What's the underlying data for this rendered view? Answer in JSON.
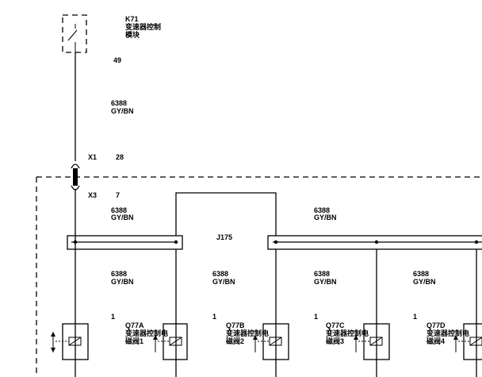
{
  "module": {
    "ref": "K71",
    "name_line1": "变速器控制",
    "name_line2": "模块",
    "pin": "49"
  },
  "wire_top": {
    "circuit": "6388",
    "color": "GY/BN"
  },
  "connector_x1": {
    "ref": "X1",
    "pin": "28"
  },
  "connector_x3": {
    "ref": "X3",
    "pin": "7"
  },
  "wire_left_bus": {
    "circuit": "6388",
    "color": "GY/BN"
  },
  "wire_right_bus": {
    "circuit": "6388",
    "color": "GY/BN"
  },
  "splice": {
    "ref": "J175"
  },
  "solenoids": [
    {
      "circuit": "6388",
      "color": "GY/BN",
      "pin": "1",
      "ref": "Q77A",
      "name_line1": "变速器控制电",
      "name_line2": "磁阀1"
    },
    {
      "circuit": "6388",
      "color": "GY/BN",
      "pin": "1",
      "ref": "Q77B",
      "name_line1": "变速器控制电",
      "name_line2": "磁阀2"
    },
    {
      "circuit": "6388",
      "color": "GY/BN",
      "pin": "1",
      "ref": "Q77C",
      "name_line1": "变速器控制电",
      "name_line2": "磁阀3"
    },
    {
      "circuit": "6388",
      "color": "GY/BN",
      "pin": "1",
      "ref": "Q77D",
      "name_line1": "变速器控制电",
      "name_line2": "磁阀4"
    }
  ]
}
